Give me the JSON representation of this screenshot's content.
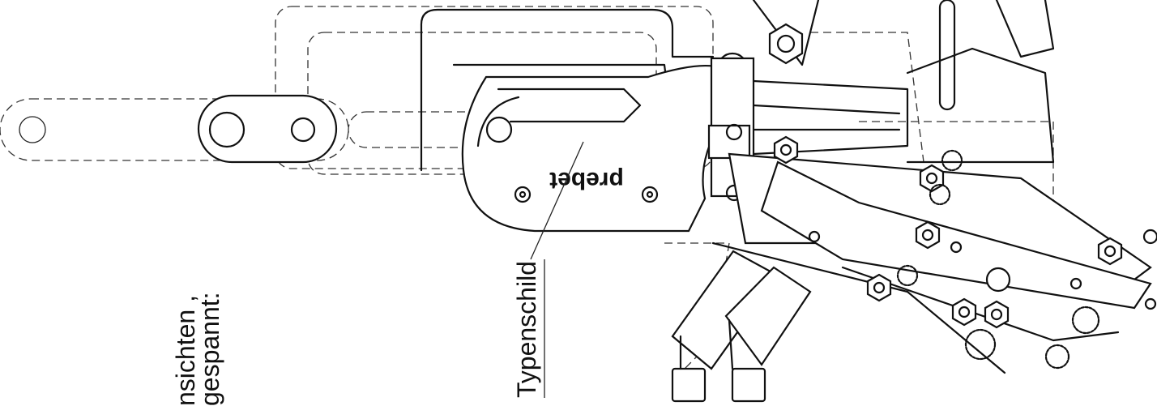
{
  "labels": {
    "type_plate": "Typenschild",
    "nameplate_brand": "prebet",
    "caption_line1": "nsichten ,",
    "caption_line2": "gespannt:"
  }
}
